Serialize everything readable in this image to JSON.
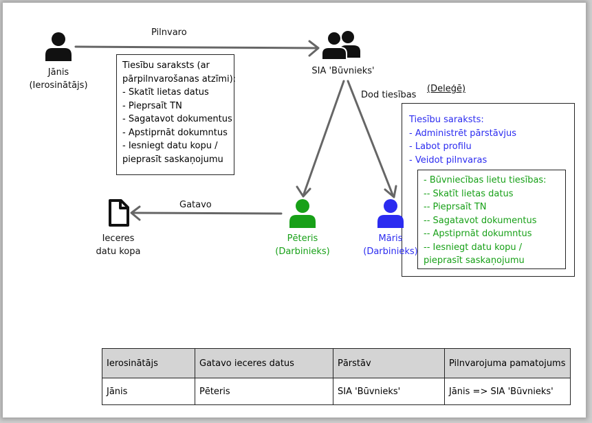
{
  "colors": {
    "green": "#17a017",
    "blue": "#2b2bf0",
    "black": "#111111",
    "arrow": "#666666"
  },
  "icons": {
    "person_single": "person-icon",
    "person_group": "group-icon",
    "document": "document-icon"
  },
  "nodes": {
    "janis": {
      "name": "Jānis",
      "role": "(Ierosinātājs)"
    },
    "sia": {
      "name": "SIA 'Būvnieks'"
    },
    "peteris": {
      "name": "Pēteris",
      "role": "(Darbinieks)"
    },
    "maris": {
      "name": "Māris",
      "role": "(Darbinieks)"
    },
    "dataset": {
      "name": "Ieceres",
      "name2": "datu kopa"
    }
  },
  "edges": {
    "pilnvaro": "Pilnvaro",
    "dod_tiesibas": "Dod tiesības",
    "delegs": "(Deleģē)",
    "gatavo": "Gatavo"
  },
  "rights_box": {
    "lines": [
      "Tiesību saraksts (ar",
      "pārpilnvarošanas atzīmi):",
      "- Skatīt lietas datus",
      "- Pieprsaīt TN",
      "- Sagatavot dokumentus",
      "- Apstiprnāt dokumntus",
      "- Iesniegt datu kopu /",
      "pieprasīt saskaņojumu"
    ]
  },
  "delegated_box": {
    "lines": [
      "Tiesību saraksts:",
      "- Administrēt pārstāvjus",
      "- Labot profilu",
      "- Veidot pilnvaras"
    ],
    "inner_lines": [
      "- Būvniecības lietu tiesības:",
      "-- Skatīt lietas datus",
      "-- Pieprsaīt TN",
      "-- Sagatavot dokumentus",
      "-- Apstiprnāt dokumntus",
      "-- Iesniegt datu kopu /",
      "pieprasīt saskaņojumu"
    ]
  },
  "table": {
    "headers": [
      "Ierosinātājs",
      "Gatavo ieceres datus",
      "Pārstāv",
      "Pilnvarojuma pamatojums"
    ],
    "rows": [
      [
        "Jānis",
        "Pēteris",
        "SIA 'Būvnieks'",
        "Jānis => SIA 'Būvnieks'"
      ]
    ]
  }
}
